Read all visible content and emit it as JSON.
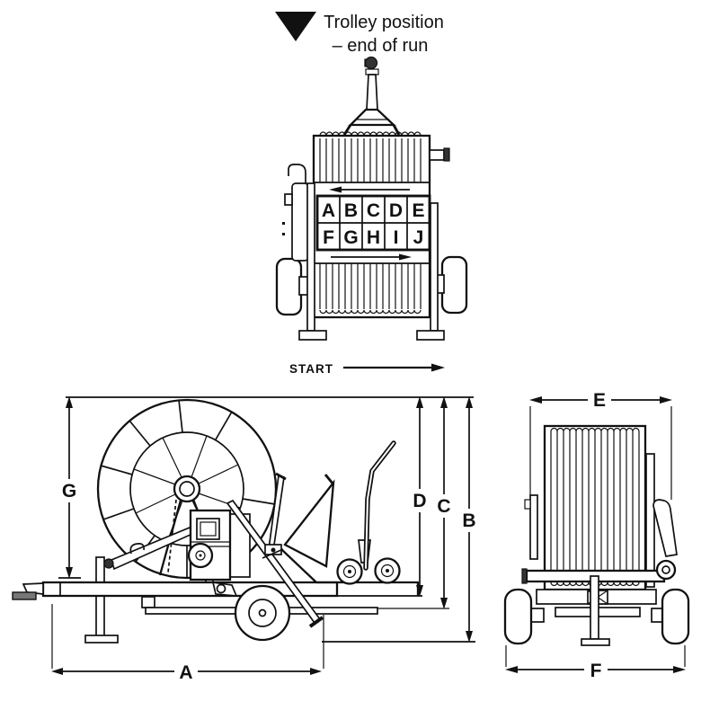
{
  "legend": {
    "line1": "Trolley position",
    "line2": "– end of run"
  },
  "start_label": "START",
  "reel_grid": {
    "row1": [
      "A",
      "B",
      "C",
      "D",
      "E"
    ],
    "row2": [
      "F",
      "G",
      "H",
      "I",
      "J"
    ]
  },
  "dims": {
    "a": "A",
    "b": "B",
    "c": "C",
    "d": "D",
    "e": "E",
    "f": "F",
    "g": "G"
  },
  "colors": {
    "line": "#111111",
    "background": "#ffffff",
    "hitch_foot": "#777777",
    "caps": "#333333"
  }
}
